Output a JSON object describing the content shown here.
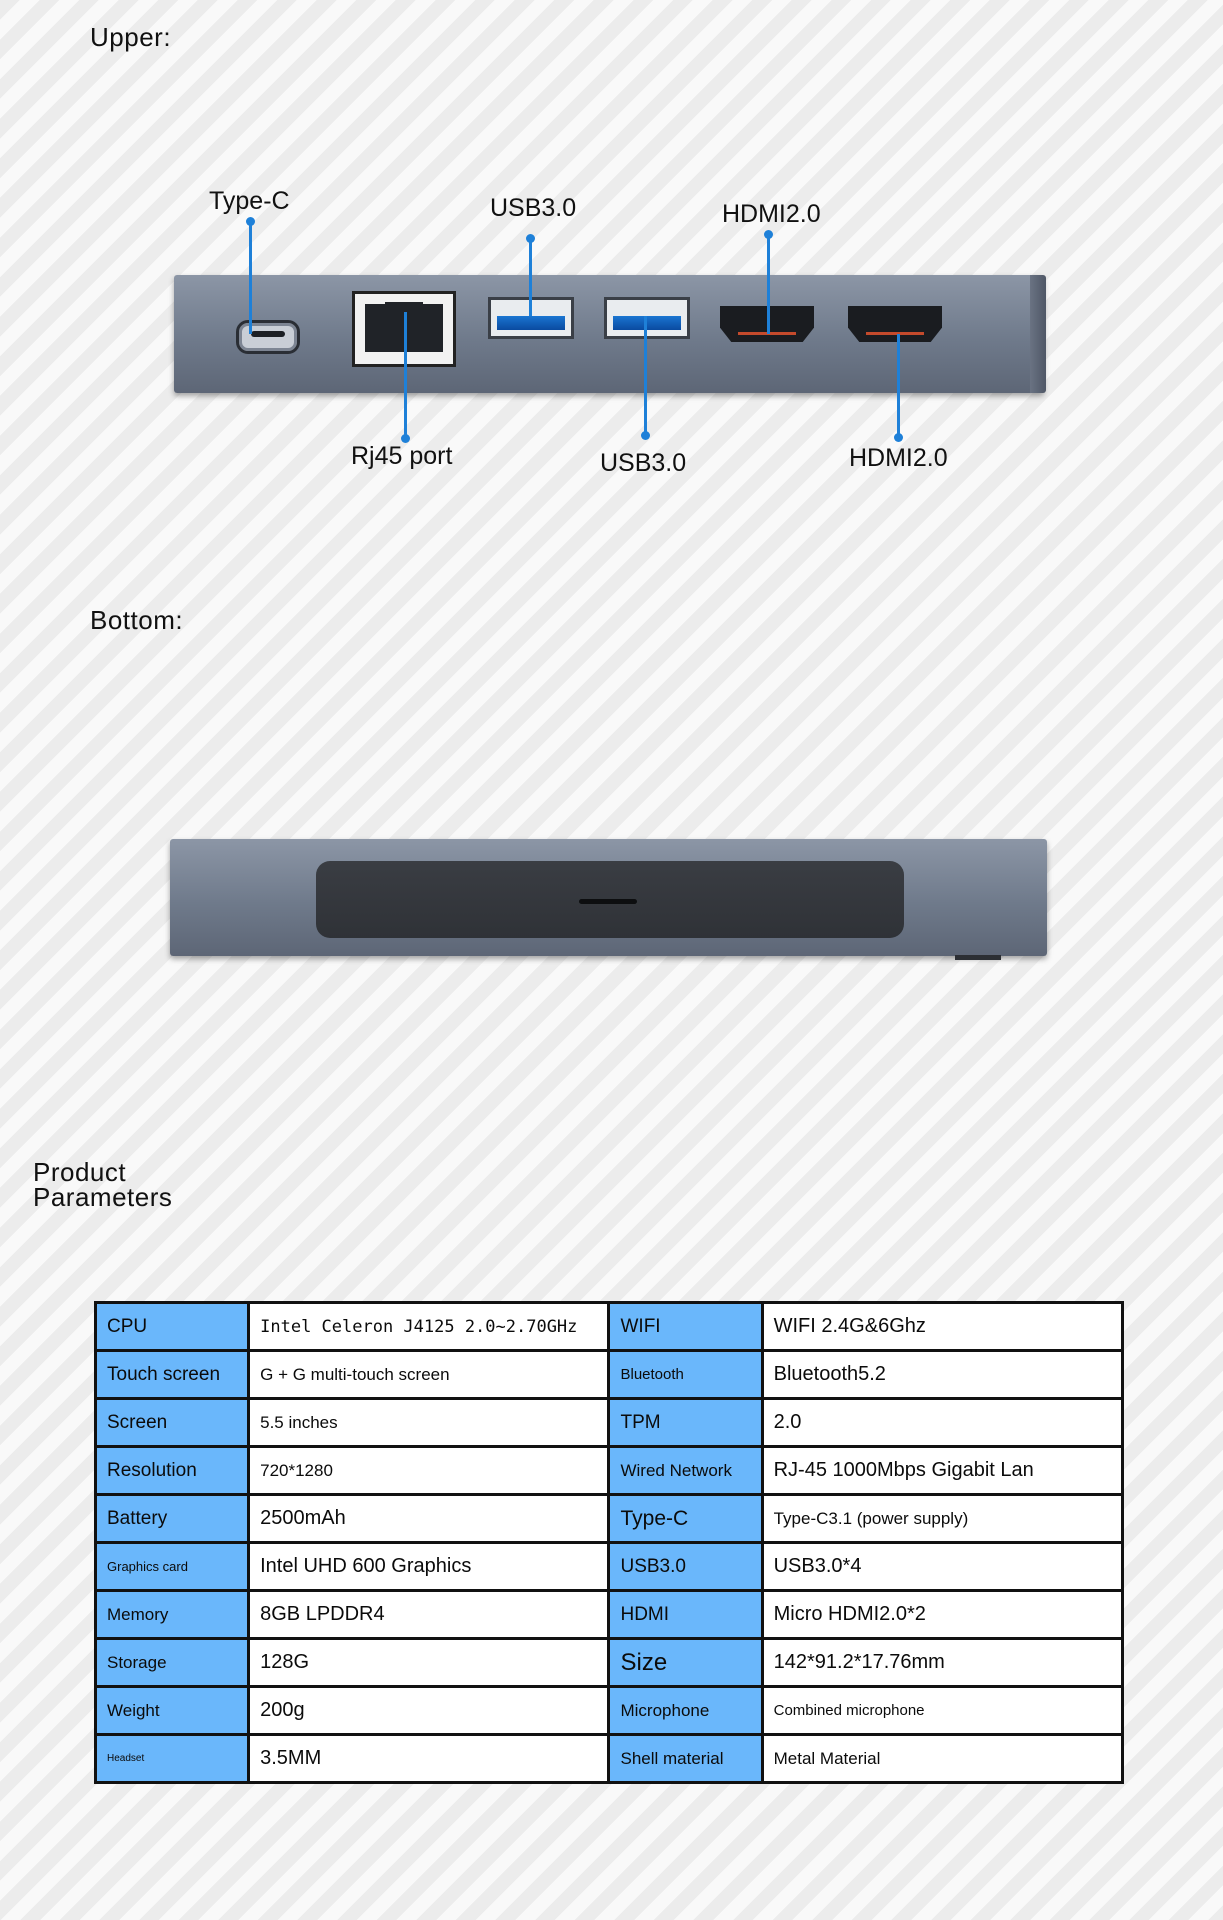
{
  "upper": {
    "title": "Upper:",
    "labels": {
      "typec": "Type-C",
      "usb_top": "USB3.0",
      "hdmi_top": "HDMI2.0",
      "rj45": "Rj45 port",
      "usb_bottom": "USB3.0",
      "hdmi_bottom": "HDMI2.0"
    }
  },
  "bottom": {
    "title": "Bottom:"
  },
  "params": {
    "title_line1": "Product",
    "title_line2": "Parameters",
    "rows": [
      {
        "k1": "CPU",
        "v1": "Intel Celeron J4125 2.0~2.70GHz",
        "k2": "WIFI",
        "v2": "WIFI 2.4G&6Ghz"
      },
      {
        "k1": "Touch screen",
        "v1": "G + G multi-touch screen",
        "k2": "Bluetooth",
        "v2": "Bluetooth5.2"
      },
      {
        "k1": "Screen",
        "v1": "5.5 inches",
        "k2": "TPM",
        "v2": "2.0"
      },
      {
        "k1": "Resolution",
        "v1": "720*1280",
        "k2": "Wired Network",
        "v2": "RJ-45 1000Mbps Gigabit Lan"
      },
      {
        "k1": "Battery",
        "v1": "2500mAh",
        "k2": "Type-C",
        "v2": "Type-C3.1 (power supply)"
      },
      {
        "k1": "Graphics card",
        "v1": "Intel UHD 600 Graphics",
        "k2": "USB3.0",
        "v2": "USB3.0*4"
      },
      {
        "k1": "Memory",
        "v1": "8GB LPDDR4",
        "k2": "HDMI",
        "v2": "Micro HDMI2.0*2"
      },
      {
        "k1": "Storage",
        "v1": "128G",
        "k2": "Size",
        "v2": "142*91.2*17.76mm"
      },
      {
        "k1": "Weight",
        "v1": "200g",
        "k2": "Microphone",
        "v2": "Combined microphone"
      },
      {
        "k1": "Headset",
        "v1": "3.5MM",
        "k2": "Shell material",
        "v2": "Metal Material"
      }
    ]
  },
  "colors": {
    "accent_blue": "#1e80d8",
    "key_cell": "#6ab7fb",
    "device_gray": "#6f7a8b"
  }
}
